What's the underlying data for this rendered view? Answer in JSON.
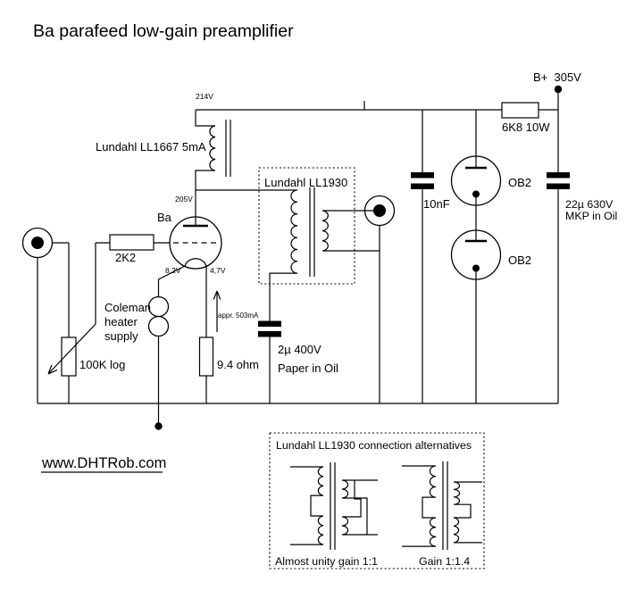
{
  "colors": {
    "ink": "#000000",
    "background": "#ffffff"
  },
  "title": "Ba parafeed low-gain preamplifier",
  "website": "www.DHTRob.com",
  "power": {
    "b_plus": "B+  305V",
    "rail_voltage": "214V",
    "dropper_resistor": "6K8 10W",
    "regulator_tube_1": "OB2",
    "regulator_tube_2": "OB2",
    "bypass_cap": "10nF",
    "reservoir_cap_line1": "22µ 630V",
    "reservoir_cap_line2": "MKP in Oil"
  },
  "input": {
    "volume_pot": "100K log",
    "grid_stopper": "2K2"
  },
  "tube": {
    "name": "Ba",
    "plate_voltage": "205V",
    "filament_left_voltage": "8.2V",
    "filament_right_voltage": "4,7V",
    "heater_label": [
      "Coleman",
      "heater",
      "supply"
    ],
    "heater_current": "appr. 503mA",
    "filament_resistor": "9.4 ohm"
  },
  "plate_choke": {
    "label": "Lundahl LL1667 5mA"
  },
  "output_transformer": {
    "label": "Lundahl LL1930"
  },
  "parafeed_cap": {
    "line1": "2µ 400V",
    "line2": "Paper in Oil"
  },
  "alternatives": {
    "title": "Lundahl LL1930 connection alternatives",
    "option1_caption": "Almost unity gain 1:1",
    "option2_caption": "Gain 1:1.4"
  }
}
